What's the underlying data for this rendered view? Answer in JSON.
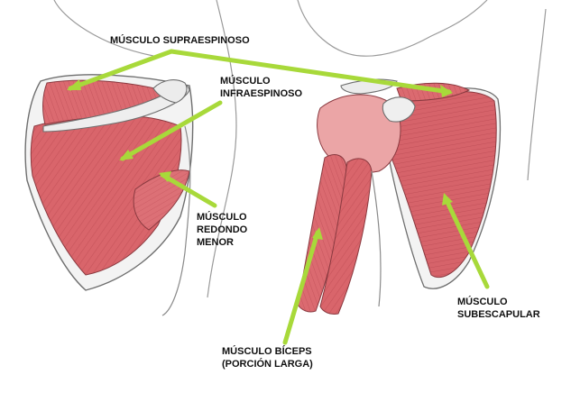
{
  "labels": {
    "supraespinoso": "MÚSCULO SUPRAESPINOSO",
    "infraespinoso": [
      "MÚSCULO",
      "INFRAESPINOSO"
    ],
    "redondo_menor": [
      "MÚSCULO",
      "REDONDO",
      "MENOR"
    ],
    "subescapular": [
      "MÚSCULO",
      "SUBESCAPULAR"
    ],
    "biceps": [
      "MÚSCULO BÍCEPS",
      "(PORCIÓN LARGA)"
    ]
  },
  "colors": {
    "muscle": "#d9656b",
    "muscle_light": "#eba5a6",
    "muscle_dark": "#b6454d",
    "bone": "#f3f3f3",
    "outline": "#6f6f6f",
    "pointer": "#a8d93a",
    "text": "#111111"
  }
}
